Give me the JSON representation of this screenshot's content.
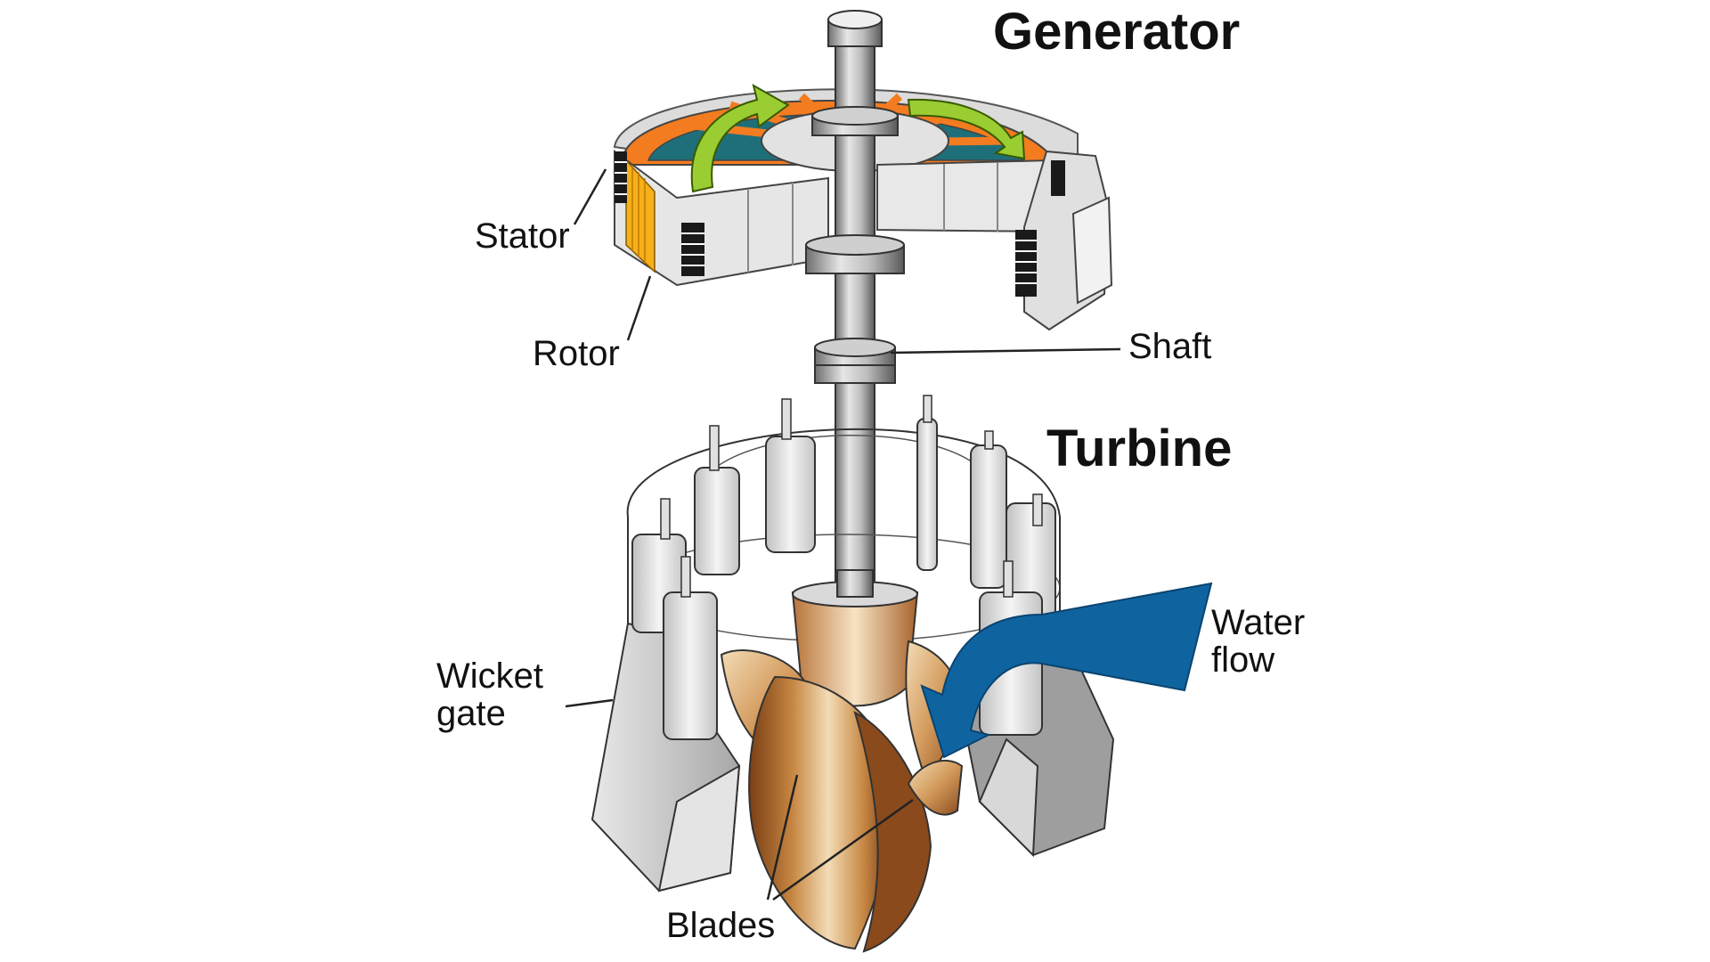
{
  "diagram": {
    "title_generator": "Generator",
    "title_turbine": "Turbine",
    "labels": {
      "stator": "Stator",
      "rotor": "Rotor",
      "shaft": "Shaft",
      "wicket_gate": "Wicket\ngate",
      "water_flow": "Water\nflow",
      "blades": "Blades"
    },
    "colors": {
      "stator_housing": "#d9d9d9",
      "rotor_face": "#1f6f7a",
      "rotor_ring": "#f47c20",
      "rotation_arrow": "#9acd32",
      "rotor_laminations": "#f5b01a",
      "turbine_blades": "#c68642",
      "water_arrow": "#0f64a0",
      "shaft": "#9a9a9a"
    },
    "icons": [
      "rotation-arrow-icon",
      "water-flow-arrow-icon"
    ]
  }
}
